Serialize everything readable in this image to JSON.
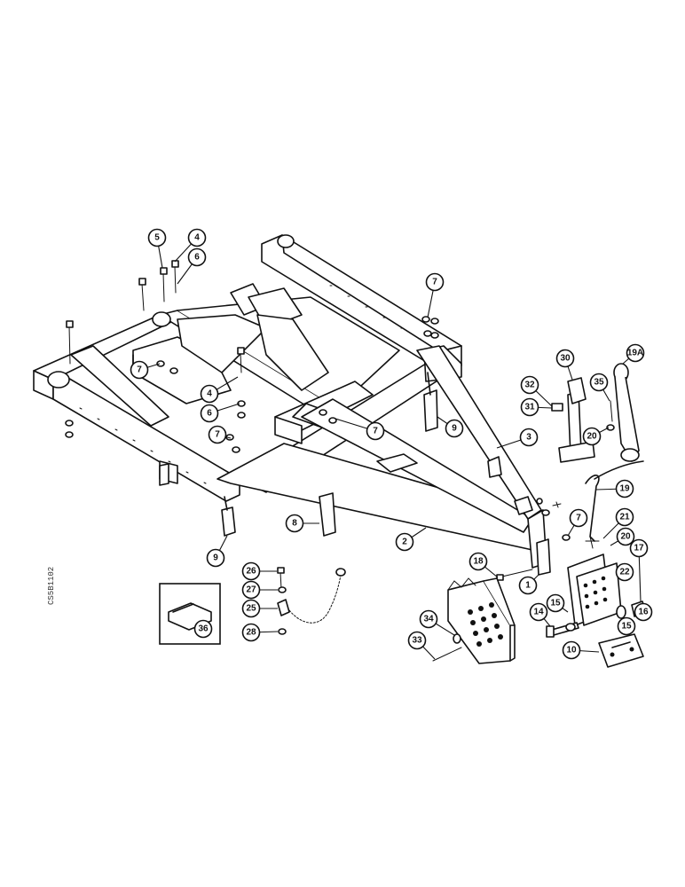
{
  "figure": {
    "side_code": "CS5B1102",
    "callouts": [
      {
        "id": "c-5",
        "label": "5"
      },
      {
        "id": "c-4a",
        "label": "4"
      },
      {
        "id": "c-6a",
        "label": "6"
      },
      {
        "id": "c-7a",
        "label": "7"
      },
      {
        "id": "c-7b",
        "label": "7"
      },
      {
        "id": "c-4b",
        "label": "4"
      },
      {
        "id": "c-6b",
        "label": "6"
      },
      {
        "id": "c-7c",
        "label": "7"
      },
      {
        "id": "c-7d",
        "label": "7"
      },
      {
        "id": "c-9a",
        "label": "9"
      },
      {
        "id": "c-3",
        "label": "3"
      },
      {
        "id": "c-30",
        "label": "30"
      },
      {
        "id": "c-32",
        "label": "32"
      },
      {
        "id": "c-31",
        "label": "31"
      },
      {
        "id": "c-35",
        "label": "35"
      },
      {
        "id": "c-19a",
        "label": "19A"
      },
      {
        "id": "c-20a",
        "label": "20"
      },
      {
        "id": "c-19",
        "label": "19"
      },
      {
        "id": "c-7e",
        "label": "7"
      },
      {
        "id": "c-21",
        "label": "21"
      },
      {
        "id": "c-20b",
        "label": "20"
      },
      {
        "id": "c-17",
        "label": "17"
      },
      {
        "id": "c-22",
        "label": "22"
      },
      {
        "id": "c-8",
        "label": "8"
      },
      {
        "id": "c-2",
        "label": "2"
      },
      {
        "id": "c-9b",
        "label": "9"
      },
      {
        "id": "c-18",
        "label": "18"
      },
      {
        "id": "c-1",
        "label": "1"
      },
      {
        "id": "c-15a",
        "label": "15"
      },
      {
        "id": "c-16",
        "label": "16"
      },
      {
        "id": "c-15b",
        "label": "15"
      },
      {
        "id": "c-14",
        "label": "14"
      },
      {
        "id": "c-10",
        "label": "10"
      },
      {
        "id": "c-26",
        "label": "26"
      },
      {
        "id": "c-27",
        "label": "27"
      },
      {
        "id": "c-25",
        "label": "25"
      },
      {
        "id": "c-28",
        "label": "28"
      },
      {
        "id": "c-34",
        "label": "34"
      },
      {
        "id": "c-33",
        "label": "33"
      },
      {
        "id": "c-36",
        "label": "36"
      }
    ]
  }
}
